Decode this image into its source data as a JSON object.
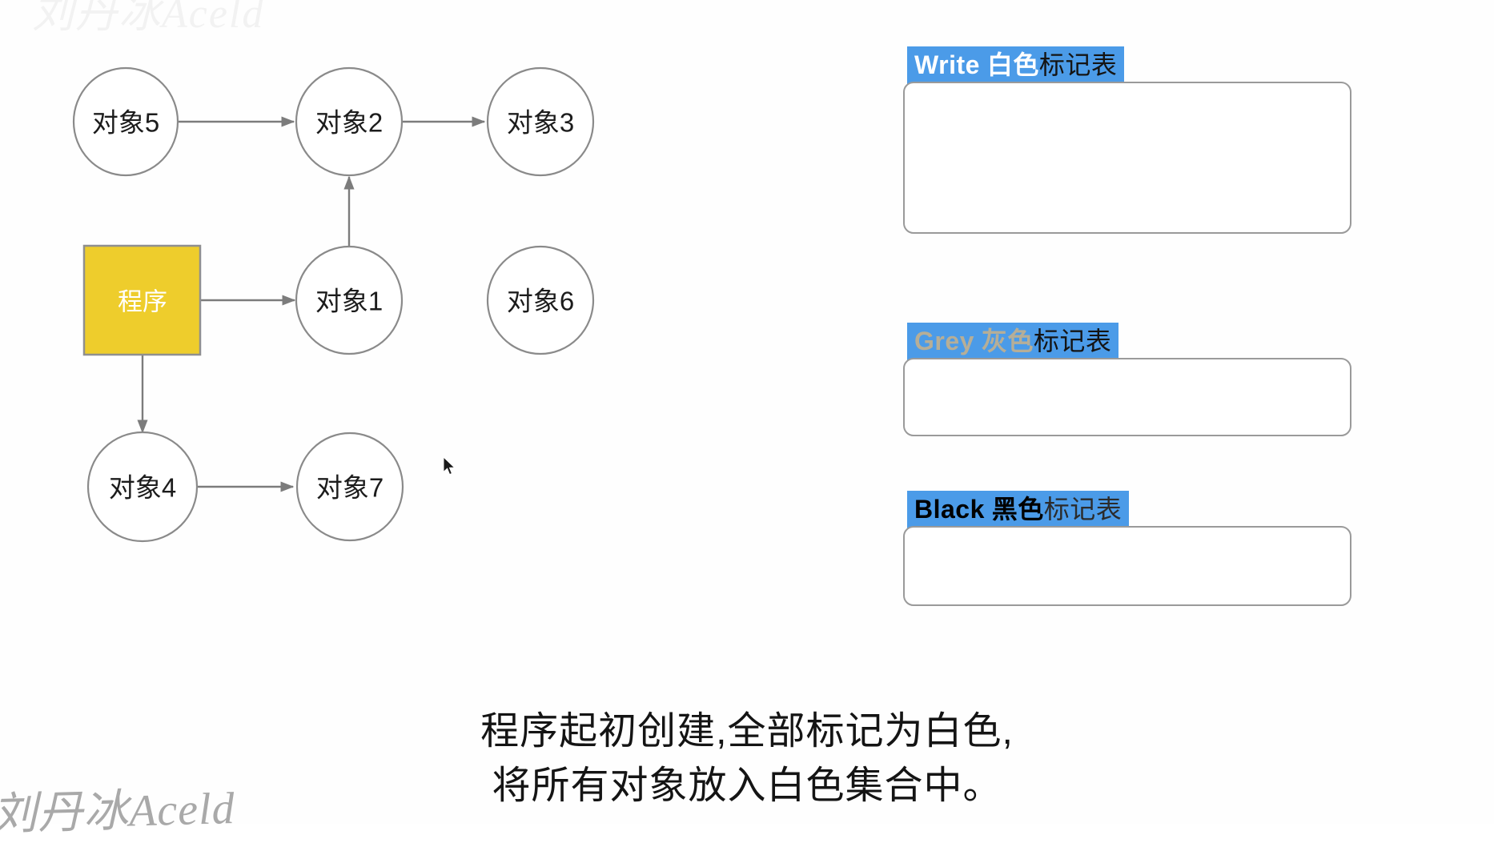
{
  "watermarks": {
    "top": "刘丹冰Aceld",
    "bottom": "刘丹冰Aceld"
  },
  "graph": {
    "program_label": "程序",
    "nodes": [
      {
        "id": "obj5",
        "label": "对象5"
      },
      {
        "id": "obj2",
        "label": "对象2"
      },
      {
        "id": "obj3",
        "label": "对象3"
      },
      {
        "id": "obj1",
        "label": "对象1"
      },
      {
        "id": "obj6",
        "label": "对象6"
      },
      {
        "id": "obj4",
        "label": "对象4"
      },
      {
        "id": "obj7",
        "label": "对象7"
      }
    ],
    "edges": [
      {
        "from": "obj5",
        "to": "obj2"
      },
      {
        "from": "obj2",
        "to": "obj3"
      },
      {
        "from": "obj1",
        "to": "obj2"
      },
      {
        "from": "program",
        "to": "obj1"
      },
      {
        "from": "program",
        "to": "obj4"
      },
      {
        "from": "obj4",
        "to": "obj7"
      }
    ]
  },
  "tables": {
    "white": {
      "en": "Write",
      "cn": "白色",
      "tail": "标记表",
      "items": []
    },
    "grey": {
      "en": "Grey",
      "cn": "灰色",
      "tail": "标记表",
      "items": []
    },
    "black": {
      "en": "Black",
      "cn": "黑色",
      "tail": "标记表",
      "items": []
    }
  },
  "caption": {
    "line1": "程序起初创建,全部标记为白色,",
    "line2": "将所有对象放入白色集合中。"
  },
  "colors": {
    "highlight_blue": "#4b9be8",
    "program_yellow": "#eecd2c",
    "node_stroke": "#8a8a8a",
    "edge_stroke": "#7c7c7c",
    "grey_text": "#b6ae97"
  }
}
